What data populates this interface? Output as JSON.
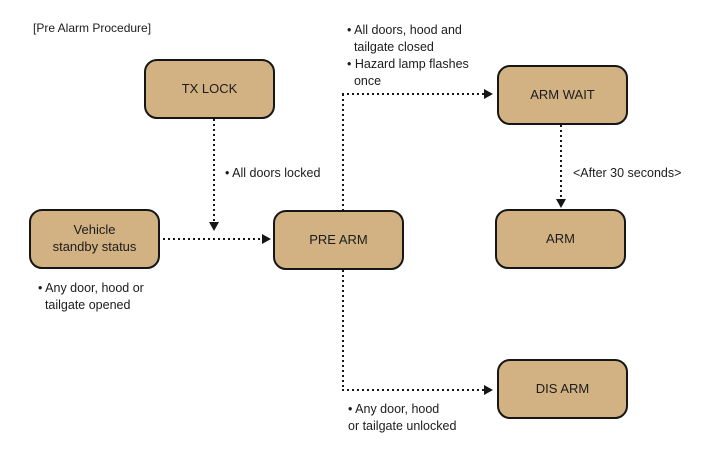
{
  "title": "[Pre Alarm Procedure]",
  "colors": {
    "node_fill": "#d2b183",
    "node_border": "#161616",
    "line": "#161616",
    "text": "#1c1c1c",
    "bg": "#ffffff"
  },
  "nodes": {
    "tx_lock": {
      "label": "TX LOCK"
    },
    "vehicle_standby": {
      "label": "Vehicle\nstandby status"
    },
    "pre_arm": {
      "label": "PRE ARM"
    },
    "arm_wait": {
      "label": "ARM WAIT"
    },
    "arm": {
      "label": "ARM"
    },
    "dis_arm": {
      "label": "DIS ARM"
    }
  },
  "annotations": {
    "doors_closed": "• All doors, hood and\n  tailgate closed\n• Hazard lamp flashes\n  once",
    "all_doors_locked": "• All doors locked",
    "after_30_seconds": "<After 30 seconds>",
    "any_opened": "• Any door, hood or\n  tailgate opened",
    "any_unlocked": "• Any door, hood\nor tailgate unlocked"
  },
  "edges": [
    "tx_lock -> pre_arm connector (all doors locked)",
    "vehicle_standby -> pre_arm (any door, hood or tailgate opened)",
    "pre_arm -> arm_wait (all doors/hood/tailgate closed, hazard lamp flashes once)",
    "arm_wait -> arm (after 30 seconds)",
    "pre_arm -> dis_arm (any door, hood or tailgate unlocked)"
  ]
}
